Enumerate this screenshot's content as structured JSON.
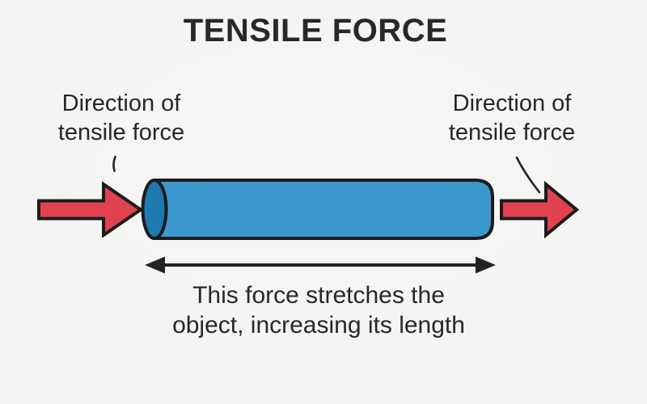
{
  "title": "TENSILE FORCE",
  "labels": {
    "left": "Direction of\ntensile force",
    "right": "Direction of\ntensile force"
  },
  "caption": "This force stretches the\nobject, increasing its length",
  "colors": {
    "background": "#f3f3f1",
    "ink": "#272727",
    "outline": "#1c1c1c",
    "arrow_red": "#e0424f",
    "cylinder_body": "#3b98cc",
    "cylinder_cap": "#1f7ab0"
  }
}
